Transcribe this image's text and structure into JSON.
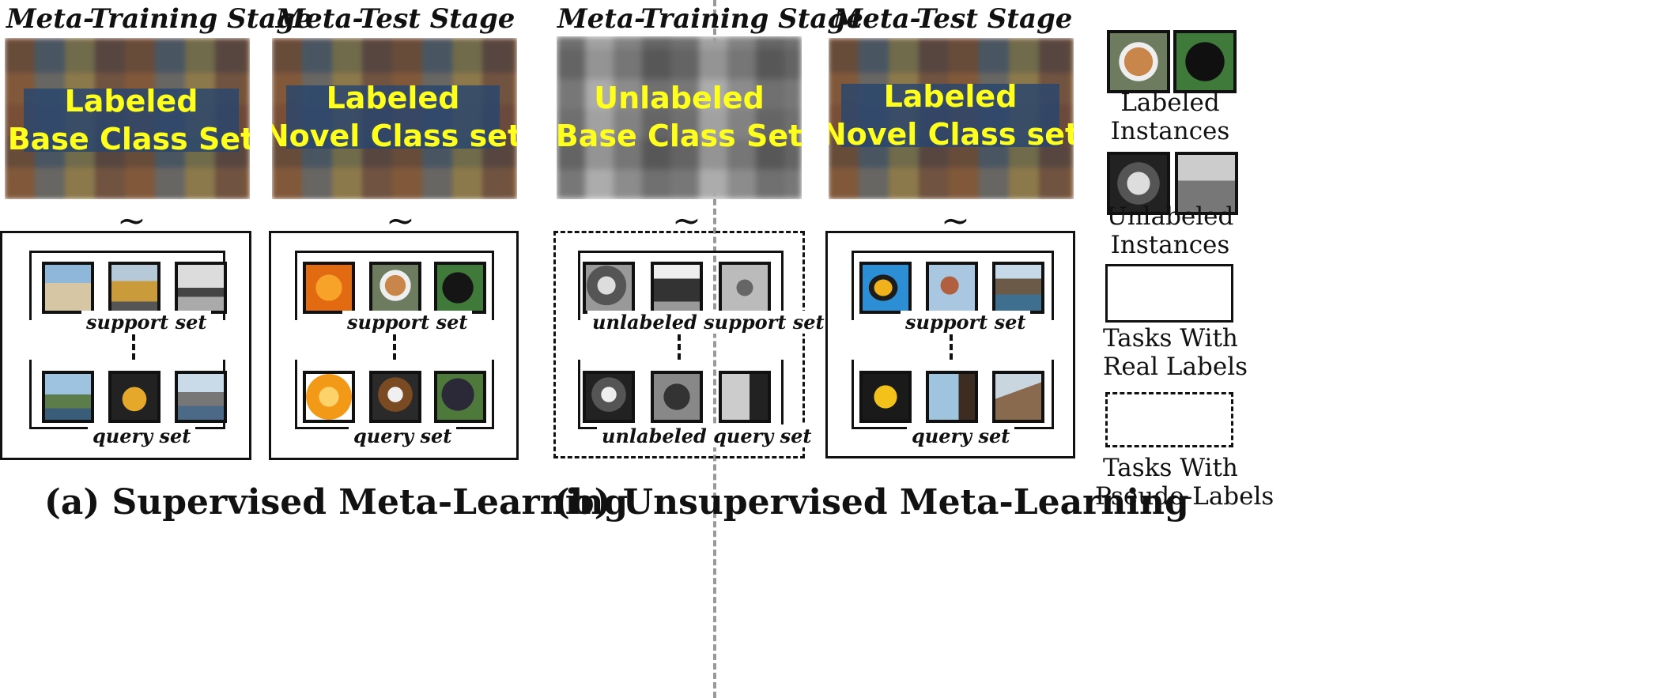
{
  "panel_a": {
    "caption": "(a) Supervised Meta-Learning",
    "train": {
      "title": "Meta-Training Stage",
      "banner_line1": "Labeled",
      "banner_line2": "Base Class Set",
      "support_label": "support set",
      "query_label": "query set",
      "support_images": [
        "beach-photo",
        "bus-photo",
        "ship-photo"
      ],
      "query_images": [
        "cliff-photo",
        "bus-photo",
        "ship-photo"
      ]
    },
    "test": {
      "title": "Meta-Test Stage",
      "banner_line1": "Labeled",
      "banner_line2": "Novel Class set",
      "support_label": "support set",
      "query_label": "query set",
      "support_images": [
        "orange-photo",
        "dog-photo",
        "black-dog-photo"
      ],
      "query_images": [
        "orange-photo",
        "dog-photo",
        "black-dog-photo"
      ]
    }
  },
  "panel_b": {
    "caption": "(b) Unsupervised Meta-Learning",
    "train": {
      "title": "Meta-Training Stage",
      "banner_line1": "Unlabeled",
      "banner_line2": "Base Class Set",
      "support_label": "unlabeled support set",
      "query_label": "unlabeled query set",
      "support_images": [
        "dog-photo-gray",
        "bus-photo-gray",
        "bird-photo-gray"
      ],
      "query_images": [
        "dog-photo-gray",
        "bear-photo-gray",
        "bird-photo-gray"
      ]
    },
    "test": {
      "title": "Meta-Test Stage",
      "banner_line1": "Labeled",
      "banner_line2": "Novel Class set",
      "support_label": "support set",
      "query_label": "query set",
      "support_images": [
        "fish-photo",
        "bird-photo",
        "coast-photo"
      ],
      "query_images": [
        "fish-photo",
        "bird-photo",
        "coast-photo"
      ]
    }
  },
  "legend": {
    "labeled_line1": "Labeled",
    "labeled_line2": "Instances",
    "unlabeled_line1": "Unlabeled",
    "unlabeled_line2": "Instances",
    "real_line1": "Tasks With",
    "real_line2": "Real Labels",
    "pseudo_line1": "Tasks With",
    "pseudo_line2": "Pseudo-Labels"
  },
  "colors": {
    "banner_text": "#ffff1e",
    "banner_box": "#284670",
    "divider": "#999999"
  }
}
